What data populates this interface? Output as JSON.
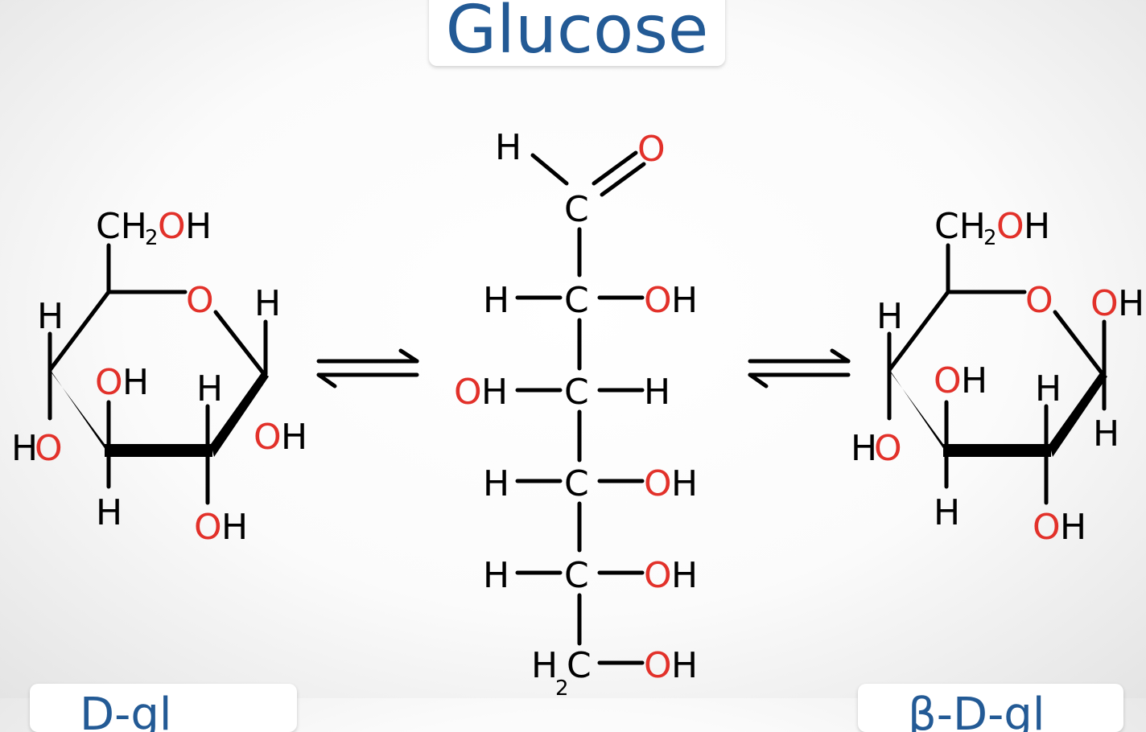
{
  "title": "Glucose",
  "labels": {
    "left": "D-gl",
    "right": "β-D-gl"
  },
  "atoms": {
    "C": "C",
    "H": "H",
    "O": "O",
    "OH_O": "O",
    "OH_H": "H",
    "CH2": "CH",
    "sub2": "2"
  },
  "colors": {
    "title": "#235a95",
    "oxygen": "#e2312a",
    "bond": "#000000"
  }
}
